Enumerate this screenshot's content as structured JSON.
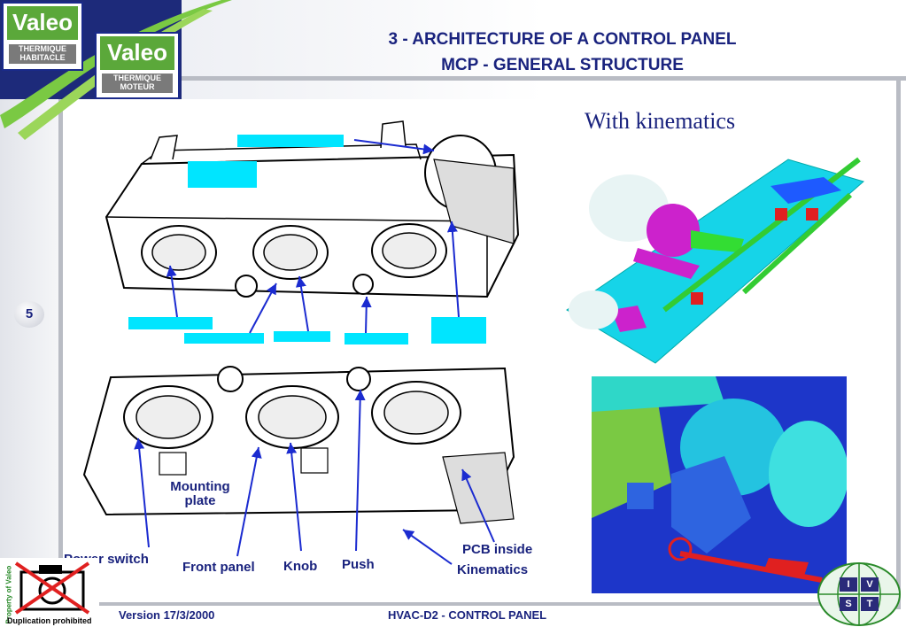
{
  "title": {
    "line1": "3 - ARCHITECTURE OF A CONTROL PANEL",
    "line2": "MCP  - GENERAL STRUCTURE"
  },
  "logos": {
    "brand1": "Valeo",
    "division1": "THERMIQUE HABITACLE",
    "brand2": "Valeo",
    "division2": "THERMIQUE MOTEUR"
  },
  "page_number": "5",
  "kinematics_title": "With kinematics",
  "labels": {
    "mounting_plate": "Mounting plate",
    "power_switch": "Power switch",
    "front_panel": "Front panel",
    "knob": "Knob",
    "push": "Push",
    "pcb": "PCB inside",
    "kinematics": "Kinematics"
  },
  "footer": {
    "version": "Version 17/3/2000",
    "doc_title": "HVAC-D2 - CONTROL PANEL",
    "property": "Property of Valeo",
    "duplication": "Duplication prohibited",
    "ivst": [
      "I",
      "V",
      "S",
      "T"
    ]
  },
  "colors": {
    "navy": "#1a237e",
    "label_blue": "#1b2bd0",
    "cyan": "#00e5ff",
    "accent_green": "#7ac943"
  }
}
